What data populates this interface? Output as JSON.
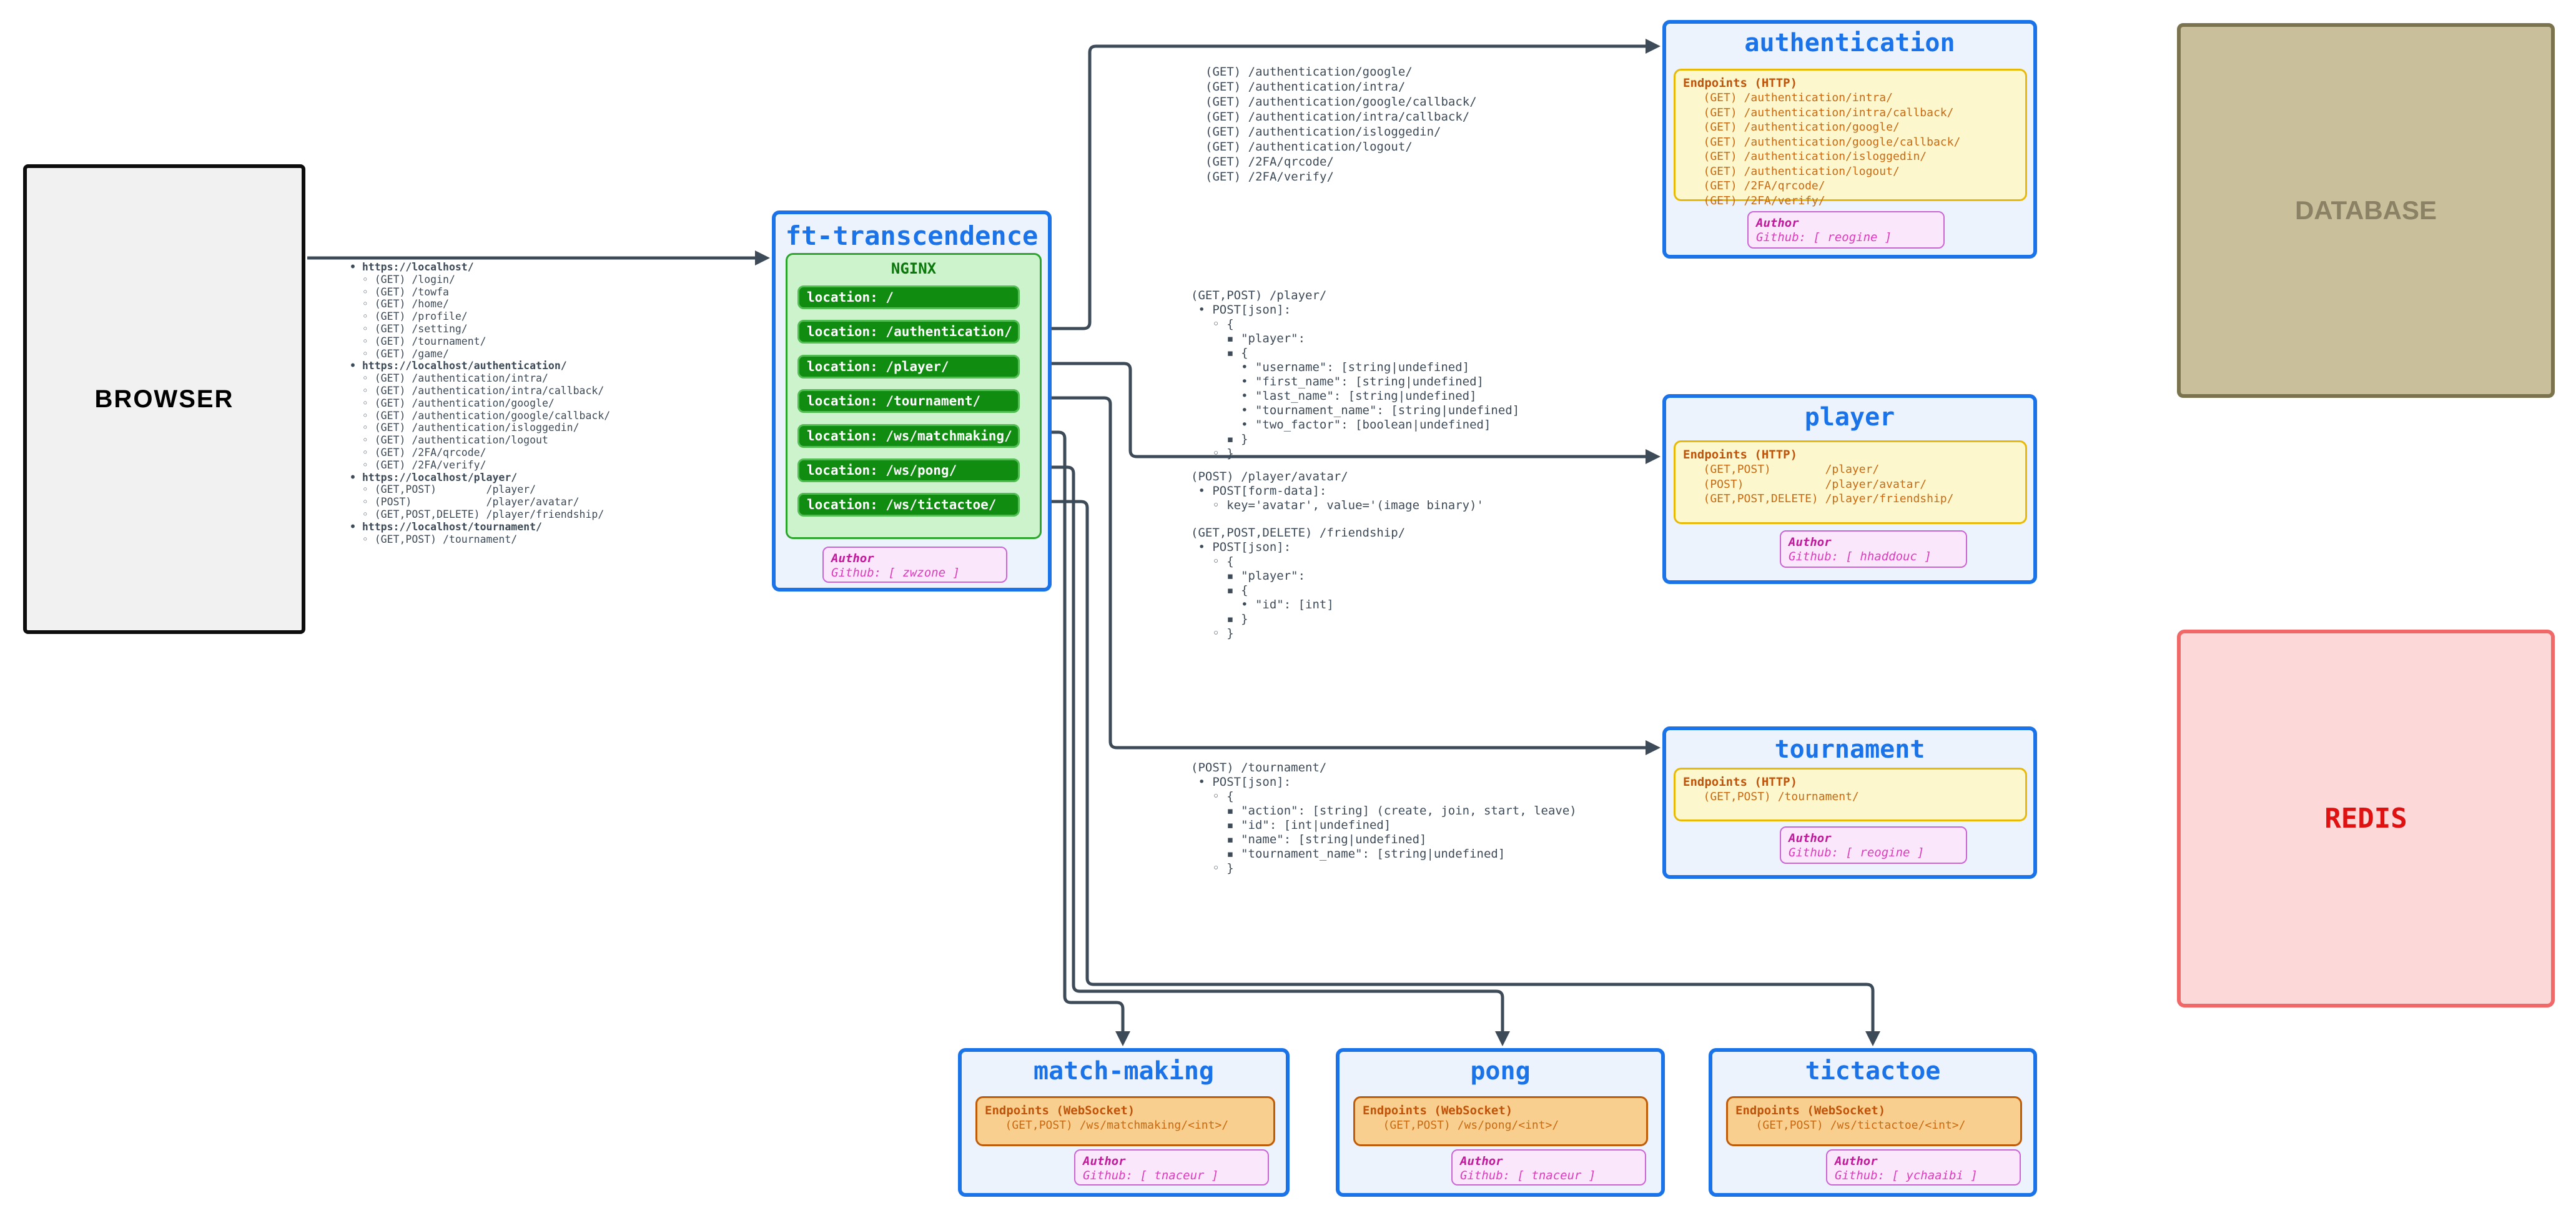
{
  "colors": {
    "accent_blue": "#1a73e8",
    "service_fill": "#ecf3fd",
    "nginx_green_fill": "#ccf3cc",
    "location_bar_green": "#108c10",
    "endpoints_http_fill": "#fcf7cd",
    "endpoints_http_border": "#e8ba07",
    "endpoints_ws_fill": "#f8cf8e",
    "endpoint_text_orange": "#c96a13",
    "author_pink_fill": "#fbe7fb",
    "author_magenta": "#c2189c",
    "wire_slate": "#3d4a57",
    "database_tan": "#c9c09b",
    "redis_pink": "#fdd8d8",
    "redis_red": "#df1111"
  },
  "browser": {
    "label": "BROWSER",
    "routes": [
      {
        "t": "• https://localhost/",
        "b": true
      },
      {
        "t": "  ◦ (GET) /login/",
        "b": false
      },
      {
        "t": "  ◦ (GET) /towfa",
        "b": false
      },
      {
        "t": "  ◦ (GET) /home/",
        "b": false
      },
      {
        "t": "  ◦ (GET) /profile/",
        "b": false
      },
      {
        "t": "  ◦ (GET) /setting/",
        "b": false
      },
      {
        "t": "  ◦ (GET) /tournament/",
        "b": false
      },
      {
        "t": "  ◦ (GET) /game/",
        "b": false
      },
      {
        "t": "• https://localhost/authentication/",
        "b": true
      },
      {
        "t": "  ◦ (GET) /authentication/intra/",
        "b": false
      },
      {
        "t": "  ◦ (GET) /authentication/intra/callback/",
        "b": false
      },
      {
        "t": "  ◦ (GET) /authentication/google/",
        "b": false
      },
      {
        "t": "  ◦ (GET) /authentication/google/callback/",
        "b": false
      },
      {
        "t": "  ◦ (GET) /authentication/isloggedin/",
        "b": false
      },
      {
        "t": "  ◦ (GET) /authentication/logout",
        "b": false
      },
      {
        "t": "  ◦ (GET) /2FA/qrcode/",
        "b": false
      },
      {
        "t": "  ◦ (GET) /2FA/verify/",
        "b": false
      },
      {
        "t": "• https://localhost/player/",
        "b": true
      },
      {
        "t": "  ◦ (GET,POST)        /player/",
        "b": false
      },
      {
        "t": "  ◦ (POST)            /player/avatar/",
        "b": false
      },
      {
        "t": "  ◦ (GET,POST,DELETE) /player/friendship/",
        "b": false
      },
      {
        "t": "• https://localhost/tournament/",
        "b": true
      },
      {
        "t": "  ◦ (GET,POST) /tournament/",
        "b": false
      }
    ]
  },
  "gateway": {
    "title": "ft-transcendence",
    "nginx_label": "NGINX",
    "locations": [
      "location: /",
      "location: /authentication/",
      "location: /player/",
      "location: /tournament/",
      "location: /ws/matchmaking/",
      "location: /ws/pong/",
      "location: /ws/tictactoe/"
    ],
    "author_title": "Author",
    "author_text": "Github: [ zwzone ]"
  },
  "annotations": {
    "auth_routes": [
      "(GET) /authentication/google/",
      "(GET) /authentication/intra/",
      "(GET) /authentication/google/callback/",
      "(GET) /authentication/intra/callback/",
      "(GET) /authentication/isloggedin/",
      "(GET) /authentication/logout/",
      "(GET) /2FA/qrcode/",
      "(GET) /2FA/verify/"
    ],
    "player_post": [
      "(GET,POST) /player/",
      " • POST[json]:",
      "   ◦ {",
      "     ▪ \"player\":",
      "     ▪ {",
      "       • \"username\": [string|undefined]",
      "       • \"first_name\": [string|undefined]",
      "       • \"last_name\": [string|undefined]",
      "       • \"tournament_name\": [string|undefined]",
      "       • \"two_factor\": [boolean|undefined]",
      "     ▪ }",
      "   ◦ }"
    ],
    "player_avatar": [
      "(POST) /player/avatar/",
      " • POST[form-data]:",
      "   ◦ key='avatar', value='(image binary)'"
    ],
    "friendship": [
      "(GET,POST,DELETE) /friendship/",
      " • POST[json]:",
      "   ◦ {",
      "     ▪ \"player\":",
      "     ▪ {",
      "       • \"id\": [int]",
      "     ▪ }",
      "   ◦ }"
    ],
    "tournament_post": [
      "(POST) /tournament/",
      " • POST[json]:",
      "   ◦ {",
      "     ▪ \"action\": [string] (create, join, start, leave)",
      "     ▪ \"id\": [int|undefined]",
      "     ▪ \"name\": [string|undefined]",
      "     ▪ \"tournament_name\": [string|undefined]",
      "   ◦ }"
    ]
  },
  "services": {
    "authentication": {
      "title": "authentication",
      "endpoints_title": "Endpoints (HTTP)",
      "endpoints": [
        "   (GET) /authentication/intra/",
        "   (GET) /authentication/intra/callback/",
        "   (GET) /authentication/google/",
        "   (GET) /authentication/google/callback/",
        "   (GET) /authentication/isloggedin/",
        "   (GET) /authentication/logout/",
        "   (GET) /2FA/qrcode/",
        "   (GET) /2FA/verify/"
      ],
      "author_title": "Author",
      "author_text": "Github: [ reogine ]"
    },
    "player": {
      "title": "player",
      "endpoints_title": "Endpoints (HTTP)",
      "endpoints": [
        "   (GET,POST)        /player/",
        "   (POST)            /player/avatar/",
        "   (GET,POST,DELETE) /player/friendship/"
      ],
      "author_title": "Author",
      "author_text": "Github: [ hhaddouc ]"
    },
    "tournament": {
      "title": "tournament",
      "endpoints_title": "Endpoints (HTTP)",
      "endpoints": [
        "   (GET,POST) /tournament/"
      ],
      "author_title": "Author",
      "author_text": "Github: [ reogine ]"
    },
    "matchmaking": {
      "title": "match-making",
      "endpoints_title": "Endpoints (WebSocket)",
      "endpoints": [
        "   (GET,POST) /ws/matchmaking/<int>/"
      ],
      "author_title": "Author",
      "author_text": "Github: [ tnaceur ]"
    },
    "pong": {
      "title": "pong",
      "endpoints_title": "Endpoints (WebSocket)",
      "endpoints": [
        "   (GET,POST) /ws/pong/<int>/"
      ],
      "author_title": "Author",
      "author_text": "Github: [ tnaceur ]"
    },
    "tictactoe": {
      "title": "tictactoe",
      "endpoints_title": "Endpoints (WebSocket)",
      "endpoints": [
        "   (GET,POST) /ws/tictactoe/<int>/"
      ],
      "author_title": "Author",
      "author_text": "Github: [ ychaaibi ]"
    }
  },
  "database": {
    "label": "DATABASE"
  },
  "redis": {
    "label": "REDIS"
  }
}
